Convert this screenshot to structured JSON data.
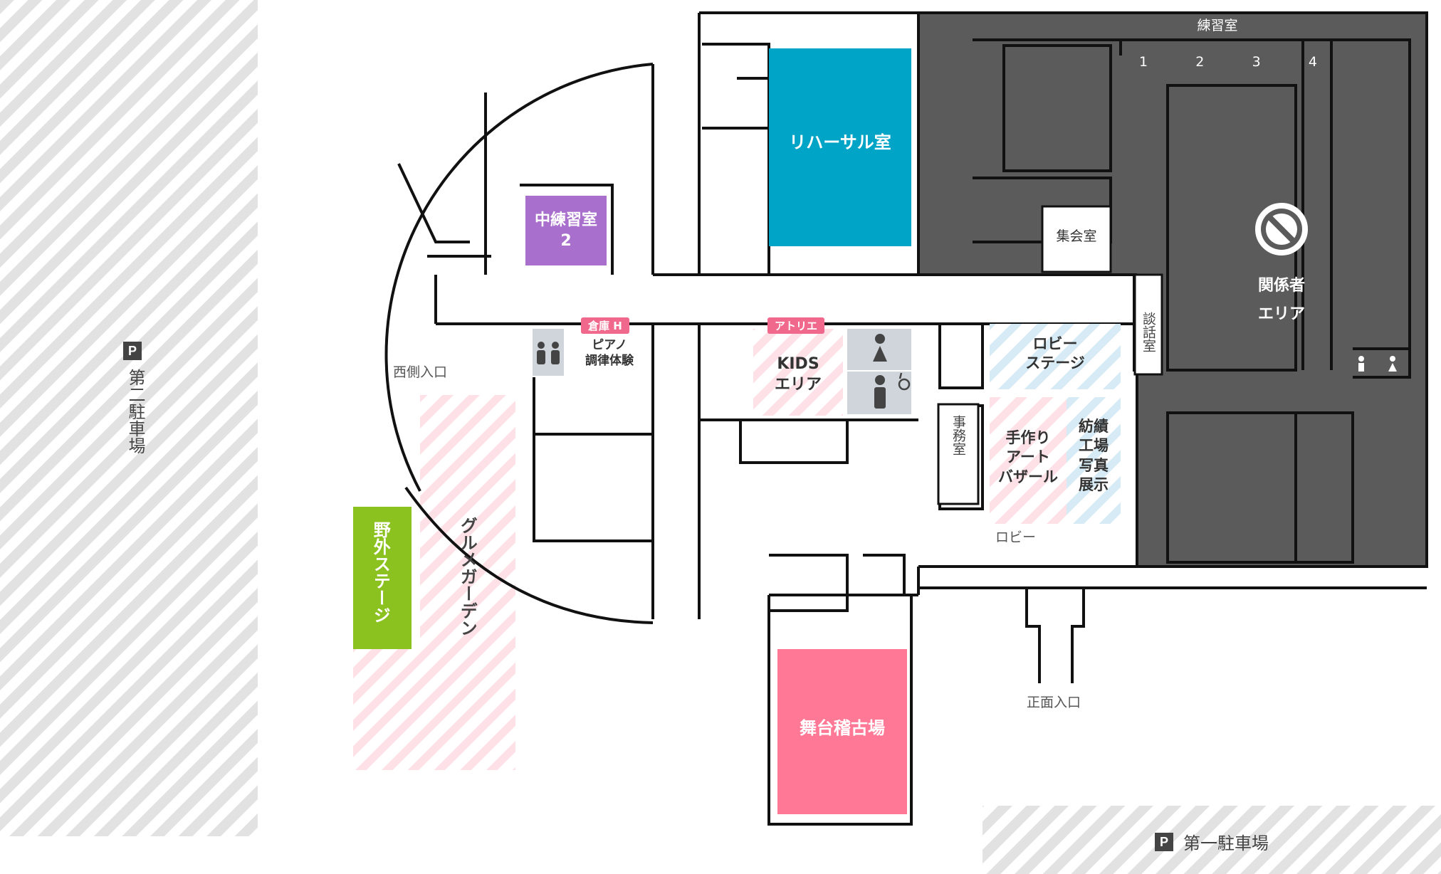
{
  "parking": {
    "second": "第二駐車場",
    "first": "第一駐車場",
    "icon_letter": "P"
  },
  "rooms": {
    "rehearsal": "リハーサル室",
    "middle_practice_line1": "中練習室",
    "middle_practice_line2": "2",
    "stage_practice": "舞台稽古場",
    "meeting": "集会室",
    "practice_top": "練習室",
    "practice_numbers": [
      "1",
      "2",
      "3",
      "4"
    ],
    "staff_line1": "関係者",
    "staff_line2": "エリア",
    "consult": "談話室",
    "office": "事務室"
  },
  "areas": {
    "outdoor_stage": "野外ステージ",
    "gourmet_garden": "グルメガーデン",
    "kids_line1": "KIDS",
    "kids_line2": "エリア",
    "lobby_stage_line1": "ロビー",
    "lobby_stage_line2": "ステージ",
    "handmade_line1": "手作り",
    "handmade_line2": "アート",
    "handmade_line3": "バザール",
    "textile_line1": "紡績",
    "textile_line2": "工場",
    "textile_line3": "写真",
    "textile_line4": "展示",
    "piano_line1": "ピアノ",
    "piano_line2": "調律体験",
    "lobby": "ロビー"
  },
  "tags": {
    "storage": "倉庫 H",
    "atelier": "アトリエ"
  },
  "entrances": {
    "west": "西側入口",
    "front": "正面入口"
  },
  "colors": {
    "rehearsal": "#00a4c6",
    "middle_practice": "#a86fcc",
    "stage_practice": "#ff7895",
    "outdoor_stage": "#8cc21f",
    "staff_area": "#555555",
    "pink_stripe": "#fde0e6",
    "blue_stripe": "#d8ecf6",
    "gray_stripe": "#e4e4e4",
    "tag": "#f0698c"
  },
  "icons": [
    "parking-icon",
    "no-entry-icon",
    "restroom-icon",
    "female-restroom-icon",
    "male-restroom-icon",
    "wheelchair-icon"
  ]
}
